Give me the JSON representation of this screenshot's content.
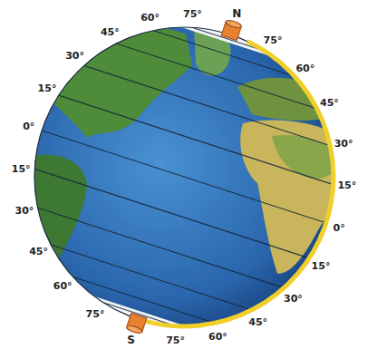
{
  "diagram": {
    "labels": [
      "N",
      "75°",
      "75°",
      "60°",
      "60°",
      "45°",
      "45°",
      "30°",
      "30°",
      "15°",
      "15°",
      "0°",
      "0°",
      "15°",
      "15°",
      "30°",
      "30°",
      "45°",
      "45°",
      "60°",
      "60°",
      "75°",
      "75°",
      "S"
    ]
  }
}
